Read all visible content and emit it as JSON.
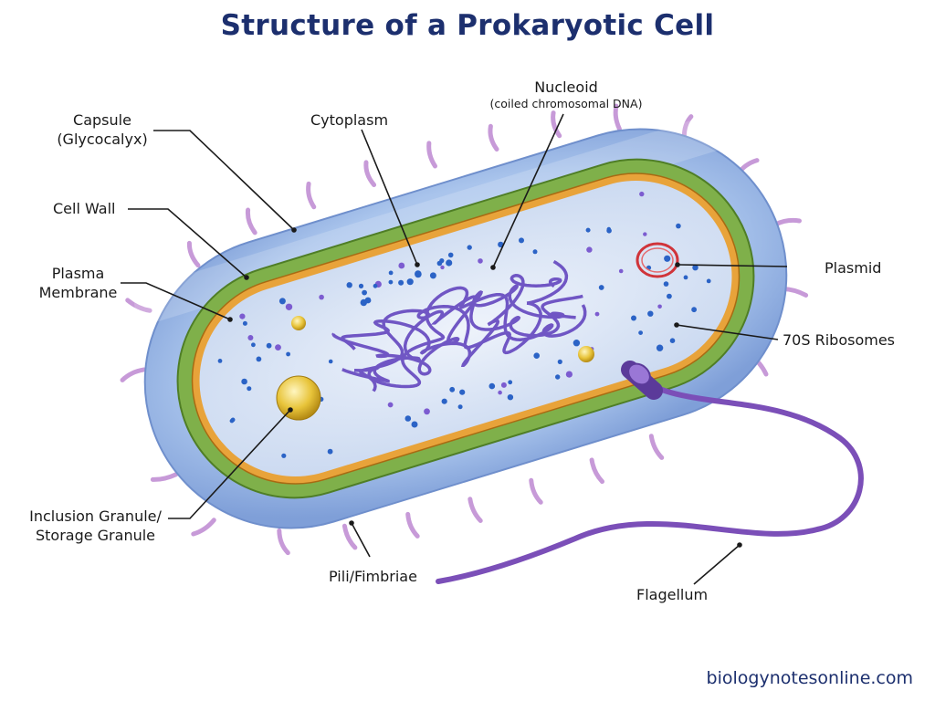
{
  "title": "Structure of a Prokaryotic Cell",
  "labels": {
    "capsule": [
      "Capsule",
      "(Glycocalyx)"
    ],
    "cell_wall": "Cell Wall",
    "plasma_membrane": [
      "Plasma",
      "Membrane"
    ],
    "cytoplasm": "Cytoplasm",
    "nucleoid": "Nucleoid",
    "nucleoid_sub": "(coiled chromosomal DNA)",
    "plasmid": "Plasmid",
    "ribosomes": "70S Ribosomes",
    "inclusion": [
      "Inclusion Granule/",
      "Storage Granule"
    ],
    "pili": "Pili/Fimbriae",
    "flagellum": "Flagellum"
  },
  "source": "biologynotesonline.com",
  "colors": {
    "title": "#1c2f6e",
    "capsule": "#a9c4ec",
    "cell_wall": "#7fb04a",
    "membrane": "#e8a33a",
    "cytoplasm": "#dde8f7",
    "dna": "#6a4fc2",
    "ribosome": "#2b63c6",
    "plasmid": "#d0343a",
    "granule": "#e8c43a",
    "pili": "#c79ad8",
    "flagellum": "#7b4fb8"
  }
}
